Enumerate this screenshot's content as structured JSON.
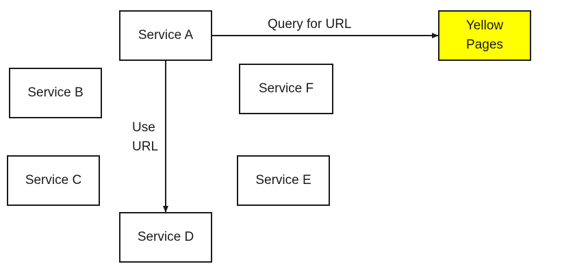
{
  "services": {
    "a": "Service A",
    "b": "Service B",
    "c": "Service C",
    "d": "Service D",
    "e": "Service E",
    "f": "Service F"
  },
  "yellow_pages": {
    "line1": "Yellow",
    "line2": "Pages",
    "color": "#ffff00"
  },
  "edges": {
    "query": "Query for URL",
    "use_line1": "Use",
    "use_line2": "URL"
  }
}
